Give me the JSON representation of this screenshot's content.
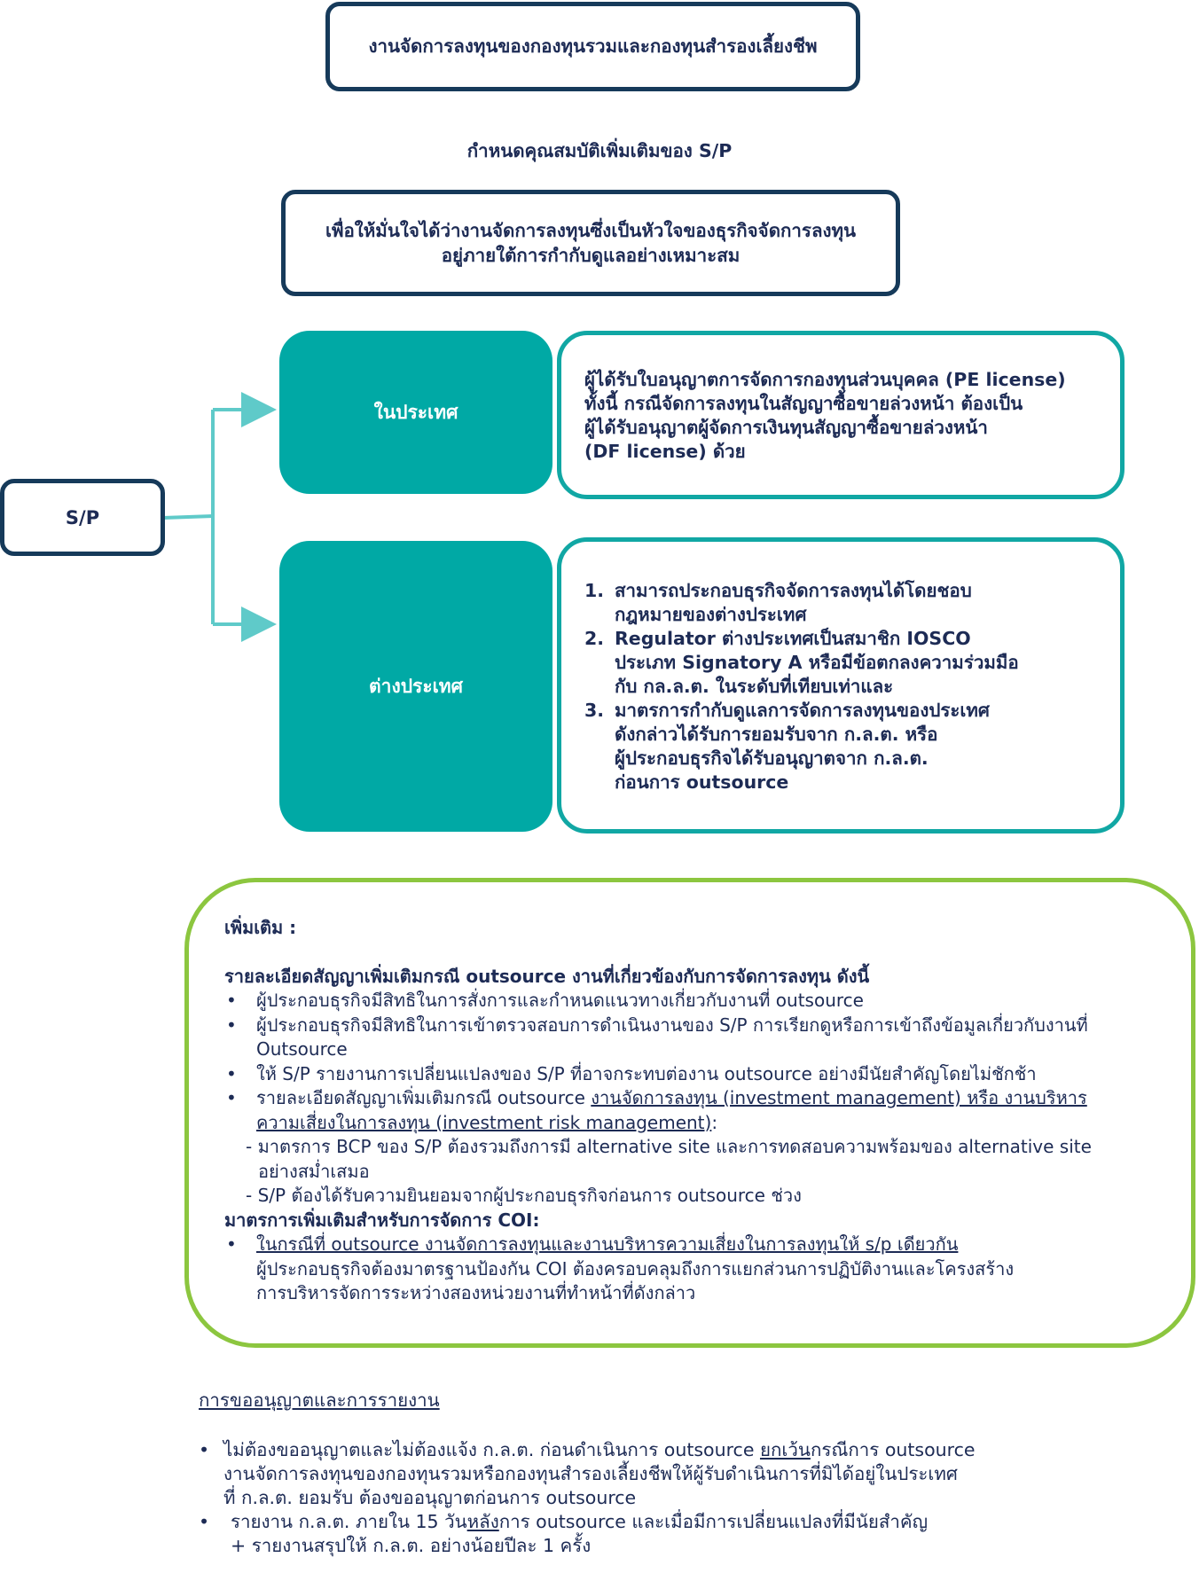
{
  "top_title": "งานจัดการลงทุนของกองทุนรวมและกองทุนสำรองเลี้ยงชีพ",
  "section_heading": "กำหนดคุณสมบัติเพิ่มเติมของ S/P",
  "purpose": {
    "line1": "เพื่อให้มั่นใจได้ว่างานจัดการลงทุนซึ่งเป็นหัวใจของธุรกิจจัดการลงทุน",
    "line2": "อยู่ภายใต้การกำกับดูแลอย่างเหมาะสม"
  },
  "sp_label": "S/P",
  "domestic": {
    "label": "ในประเทศ",
    "lines": [
      "ผู้ได้รับใบอนุญาตการจัดการกองทุนส่วนบุคคล (PE license)",
      "ทั้งนี้ กรณีจัดการลงทุนในสัญญาซื้อขายล่วงหน้า ต้องเป็น",
      "ผู้ได้รับอนุญาตผู้จัดการเงินทุนสัญญาซื้อขายล่วงหน้า",
      "(DF license) ด้วย"
    ]
  },
  "foreign": {
    "label": "ต่างประเทศ",
    "items": [
      {
        "num": "1.",
        "lines": [
          "สามารถประกอบธุรกิจจัดการลงทุนได้โดยชอบ",
          "กฎหมายของต่างประเทศ"
        ]
      },
      {
        "num": "2.",
        "lines": [
          "Regulator ต่างประเทศเป็นสมาชิก IOSCO",
          "ประเภท Signatory A หรือมีข้อตกลงความร่วมมือ",
          "กับ กล.ล.ต. ในระดับที่เทียบเท่าและ"
        ]
      },
      {
        "num": "3.",
        "lines": [
          "มาตรการกำกับดูแลการจัดการลงทุนของประเทศ",
          "ดังกล่าวได้รับการยอมรับจาก ก.ล.ต. หรือ",
          "ผู้ประกอบธุรกิจได้รับอนุญาตจาก ก.ล.ต.",
          "ก่อนการ outsource"
        ]
      }
    ]
  },
  "extra": {
    "heading": "เพิ่มเติม :",
    "contract_heading": "รายละเอียดสัญญาเพิ่มเติมกรณี outsource งานที่เกี่ยวข้องกับการจัดการลงทุน ดังนี้",
    "bullet1": "ผู้ประกอบธุรกิจมีสิทธิในการสั่งการและกำหนดแนวทางเกี่ยวกับงานที่ outsource",
    "bullet2_line1": "ผู้ประกอบธุรกิจมีสิทธิในการเข้าตรวจสอบการดำเนินงานของ S/P การเรียกดูหรือการเข้าถึงข้อมูลเกี่ยวกับงานที่",
    "bullet2_line2": "Outsource",
    "bullet3": "ให้ S/P รายงานการเปลี่ยนแปลงของ S/P ที่อาจกระทบต่องาน outsource อย่างมีนัยสำคัญโดยไม่ชักช้า",
    "bullet4_prefix": "รายละเอียดสัญญาเพิ่มเติมกรณี outsource",
    "bullet4_underlined": "งานจัดการลงทุน (investment management) หรือ งานบริหาร",
    "bullet4_line2_underlined": "ความเสี่ยงในการลงทุน (investment risk management)",
    "bullet4_line2_suffix": ":",
    "sub1_line1": "- มาตรการ BCP ของ S/P ต้องรวมถึงการมี alternative site และการทดสอบความพร้อมของ alternative site",
    "sub1_line2": "อย่างสม่ำเสมอ",
    "sub2": "- S/P ต้องได้รับความยินยอมจากผู้ประกอบธุรกิจก่อนการ outsource ช่วง",
    "coi_heading": "มาตรการเพิ่มเติมสำหรับการจัดการ COI:",
    "coi_underlined": "ในกรณีที่ outsource งานจัดการลงทุนและงานบริหารความเสี่ยงในการลงทุนให้ s/p เดียวกัน",
    "coi_line2": "ผู้ประกอบธุรกิจต้องมาตรฐานป้องกัน COI ต้องครอบคลุมถึงการแยกส่วนการปฏิบัติงานและโครงสร้าง",
    "coi_line3": "การบริหารจัดการระหว่างสองหน่วยงานที่ทำหน้าที่ดังกล่าว"
  },
  "licensing": {
    "heading": "การขออนุญาตและการรายงาน",
    "b1_line1_pre": "ไม่ต้องขออนุญาตและไม่ต้องแจ้ง ก.ล.ต. ก่อนดำเนินการ outsource ",
    "b1_line1_u": "ยกเว้น",
    "b1_line1_post": "กรณีการ outsource",
    "b1_line2": "งานจัดการลงทุนของกองทุนรวมหรือกองทุนสำรองเลี้ยงชีพให้ผู้รับดำเนินการที่มิได้อยู่ในประเทศ",
    "b1_line3": "ที่ ก.ล.ต. ยอมรับ ต้องขออนุญาตก่อนการ outsource",
    "b2_line1_pre": "รายงาน ก.ล.ต. ภายใน 15 วัน",
    "b2_line1_u": "หลัง",
    "b2_line1_post": "การ outsource และเมื่อมีการเปลี่ยนแปลงที่มีนัยสำคัญ",
    "b2_line2": "+ รายงานสรุปให้ ก.ล.ต. อย่างน้อยปีละ 1 ครั้ง"
  },
  "colors": {
    "navy": "#163a5a",
    "teal": "#00a9a5",
    "teal_arrow": "#5fcac9",
    "green": "#8cc63f",
    "text": "#1d2b55"
  }
}
